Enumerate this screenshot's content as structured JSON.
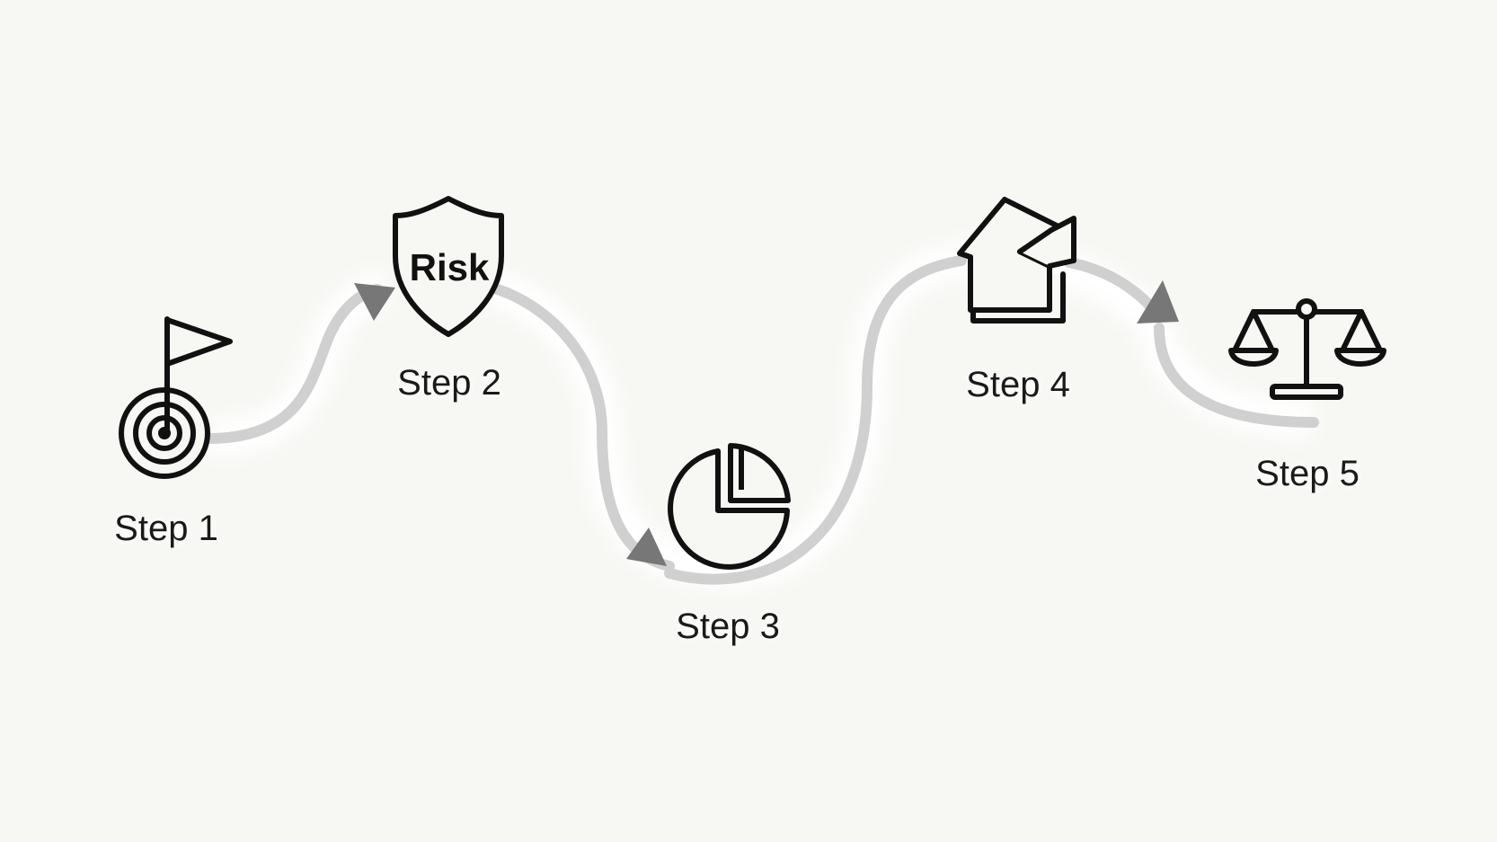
{
  "colors": {
    "background": "#f7f7f4",
    "path": "#d0d0d0",
    "arrow": "#777777",
    "icon_stroke": "#111111"
  },
  "steps": [
    {
      "label": "Step 1",
      "icon": "target-flag-icon"
    },
    {
      "label": "Step 2",
      "icon": "shield-icon",
      "icon_text": "Risk"
    },
    {
      "label": "Step 3",
      "icon": "pie-chart-icon"
    },
    {
      "label": "Step 4",
      "icon": "house-icon"
    },
    {
      "label": "Step 5",
      "icon": "balance-scale-icon"
    }
  ]
}
